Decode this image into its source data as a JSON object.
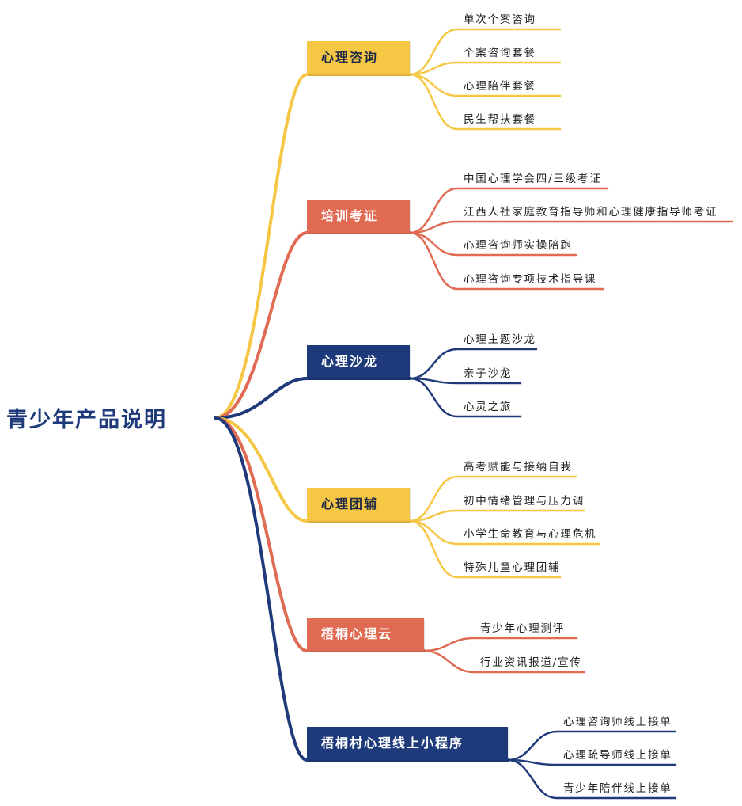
{
  "colors": {
    "yellow": "#f5c744",
    "coral": "#e06a52",
    "navy": "#1f3a7a",
    "text_dark": "#1f2a44",
    "text_light": "#ffffff"
  },
  "root": {
    "label": "青少年产品说明"
  },
  "branches": [
    {
      "label": "心理咨询",
      "color": "yellow",
      "items": [
        "单次个案咨询",
        "个案咨询套餐",
        "心理陪伴套餐",
        "民生帮扶套餐"
      ]
    },
    {
      "label": "培训考证",
      "color": "coral",
      "items": [
        "中国心理学会四/三级考证",
        "江西人社家庭教育指导师和心理健康指导师考证",
        "心理咨询师实操陪跑",
        "心理咨询专项技术指导课"
      ]
    },
    {
      "label": "心理沙龙",
      "color": "navy",
      "items": [
        "心理主题沙龙",
        "亲子沙龙",
        "心灵之旅"
      ]
    },
    {
      "label": "心理团辅",
      "color": "yellow",
      "items": [
        "高考赋能与接纳自我",
        "初中情绪管理与压力调",
        "小学生命教育与心理危机",
        "特殊儿童心理团辅"
      ]
    },
    {
      "label": "梧桐心理云",
      "color": "coral",
      "items": [
        "青少年心理测评",
        "行业资讯报道/宣传"
      ]
    },
    {
      "label": "梧桐村心理线上小程序",
      "color": "navy",
      "items": [
        "心理咨询师线上接单",
        "心理疏导师线上接单",
        "青少年陪伴线上接单"
      ]
    }
  ]
}
